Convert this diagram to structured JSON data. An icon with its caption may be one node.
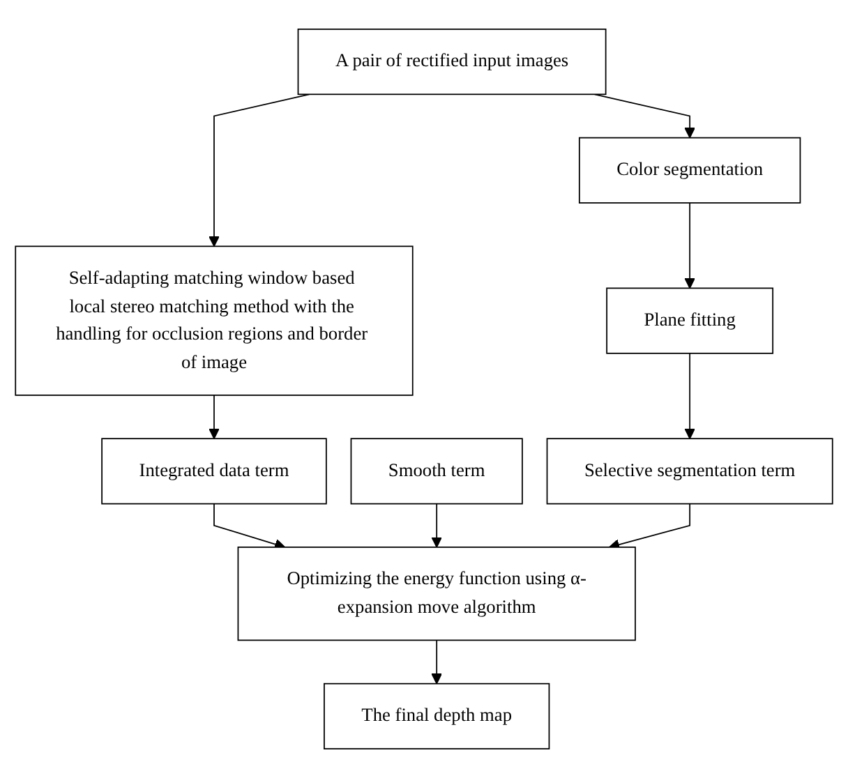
{
  "diagram": {
    "nodes": [
      {
        "text": [
          "A pair of rectified input images"
        ]
      },
      {
        "text": [
          "Self-adapting matching window based local stereo matching method with the handling for occlusion regions and border of image"
        ]
      },
      {
        "text": [
          "Color segmentation"
        ]
      },
      {
        "text": [
          "Plane fitting"
        ]
      },
      {
        "text": [
          "Integrated data term"
        ]
      },
      {
        "text": [
          "Smooth term"
        ]
      },
      {
        "text": [
          "Selective segmentation term"
        ]
      },
      {
        "text": [
          "Optimizing the energy function using α-expansion move algorithm"
        ]
      },
      {
        "text": [
          "The final depth map"
        ]
      }
    ],
    "edges": [
      {
        "from": 0,
        "to": 1,
        "arrow": "to"
      },
      {
        "from": 0,
        "to": 2,
        "arrow": "to"
      },
      {
        "from": 2,
        "to": 3,
        "arrow": "to"
      },
      {
        "from": 1,
        "to": 4,
        "arrow": "to"
      },
      {
        "from": 3,
        "to": 6,
        "arrow": "to"
      },
      {
        "from": 4,
        "to": 7,
        "arrow": "to"
      },
      {
        "from": 5,
        "to": 7,
        "arrow": "to"
      },
      {
        "from": 6,
        "to": 7,
        "arrow": "to"
      },
      {
        "from": 7,
        "to": 8,
        "arrow": "to"
      }
    ]
  }
}
